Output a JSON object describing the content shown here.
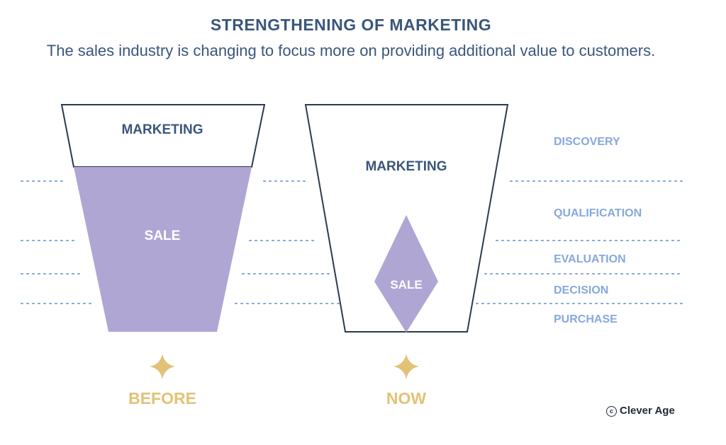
{
  "header": {
    "title": "STRENGTHENING OF MARKETING",
    "subtitle": "The sales industry is changing to focus more on providing additional value to customers."
  },
  "before": {
    "marketing_label": "MARKETING",
    "sale_label": "SALE",
    "caption": "BEFORE"
  },
  "now": {
    "marketing_label": "MARKETING",
    "sale_label": "SALE",
    "caption": "NOW"
  },
  "stages": [
    "DISCOVERY",
    "QUALIFICATION",
    "EVALUATION",
    "DECISION",
    "PURCHASE"
  ],
  "footer": {
    "copyright_symbol": "c",
    "brand": "Clever Age"
  },
  "colors": {
    "navy": "#3a567c",
    "lavender": "#b0a6d4",
    "stage_blue": "#86a8dc",
    "dotted": "#7fa3d8",
    "gold": "#e2c277",
    "funnel_stroke": "#2b3a4f"
  }
}
